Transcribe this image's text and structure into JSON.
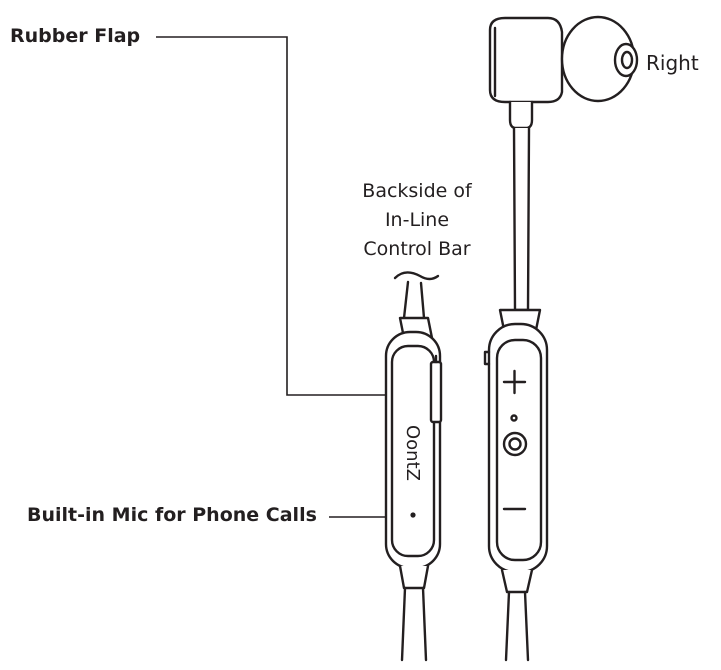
{
  "labels": {
    "rubber_flap": "Rubber Flap",
    "right": "Right",
    "backside_line1": "Backside of",
    "backside_line2": "In-Line",
    "backside_line3": "Control Bar",
    "built_in_mic": "Built-in Mic for Phone Calls"
  },
  "brand": "OontZ",
  "icons": [
    "plus-icon",
    "minus-icon",
    "multifunction-button-icon",
    "indicator-light-icon",
    "mic-hole-icon"
  ],
  "colors": {
    "line": "#231f20",
    "background": "#ffffff"
  }
}
